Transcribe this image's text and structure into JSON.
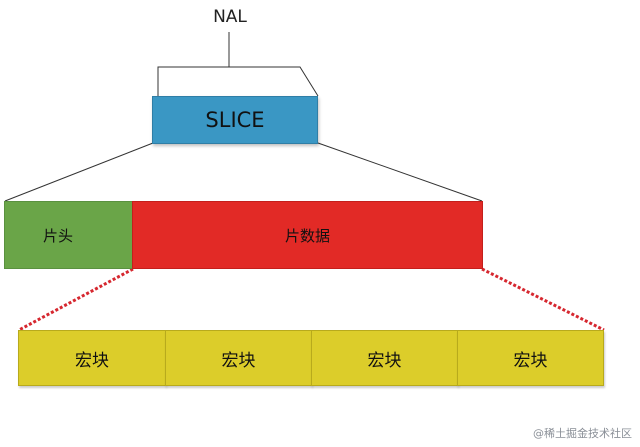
{
  "nal_label": "NAL",
  "slice_label": "SLICE",
  "slice_header_label": "片头",
  "slice_data_label": "片数据",
  "macroblocks": [
    {
      "label": "宏块"
    },
    {
      "label": "宏块"
    },
    {
      "label": "宏块"
    },
    {
      "label": "宏块"
    }
  ],
  "watermark": "@稀土掘金技术社区",
  "colors": {
    "slice": "#3a97c4",
    "slice_header": "#6aa548",
    "slice_data": "#e22a26",
    "macroblock": "#dccd2a",
    "connector_dashed": "#d6272f"
  }
}
